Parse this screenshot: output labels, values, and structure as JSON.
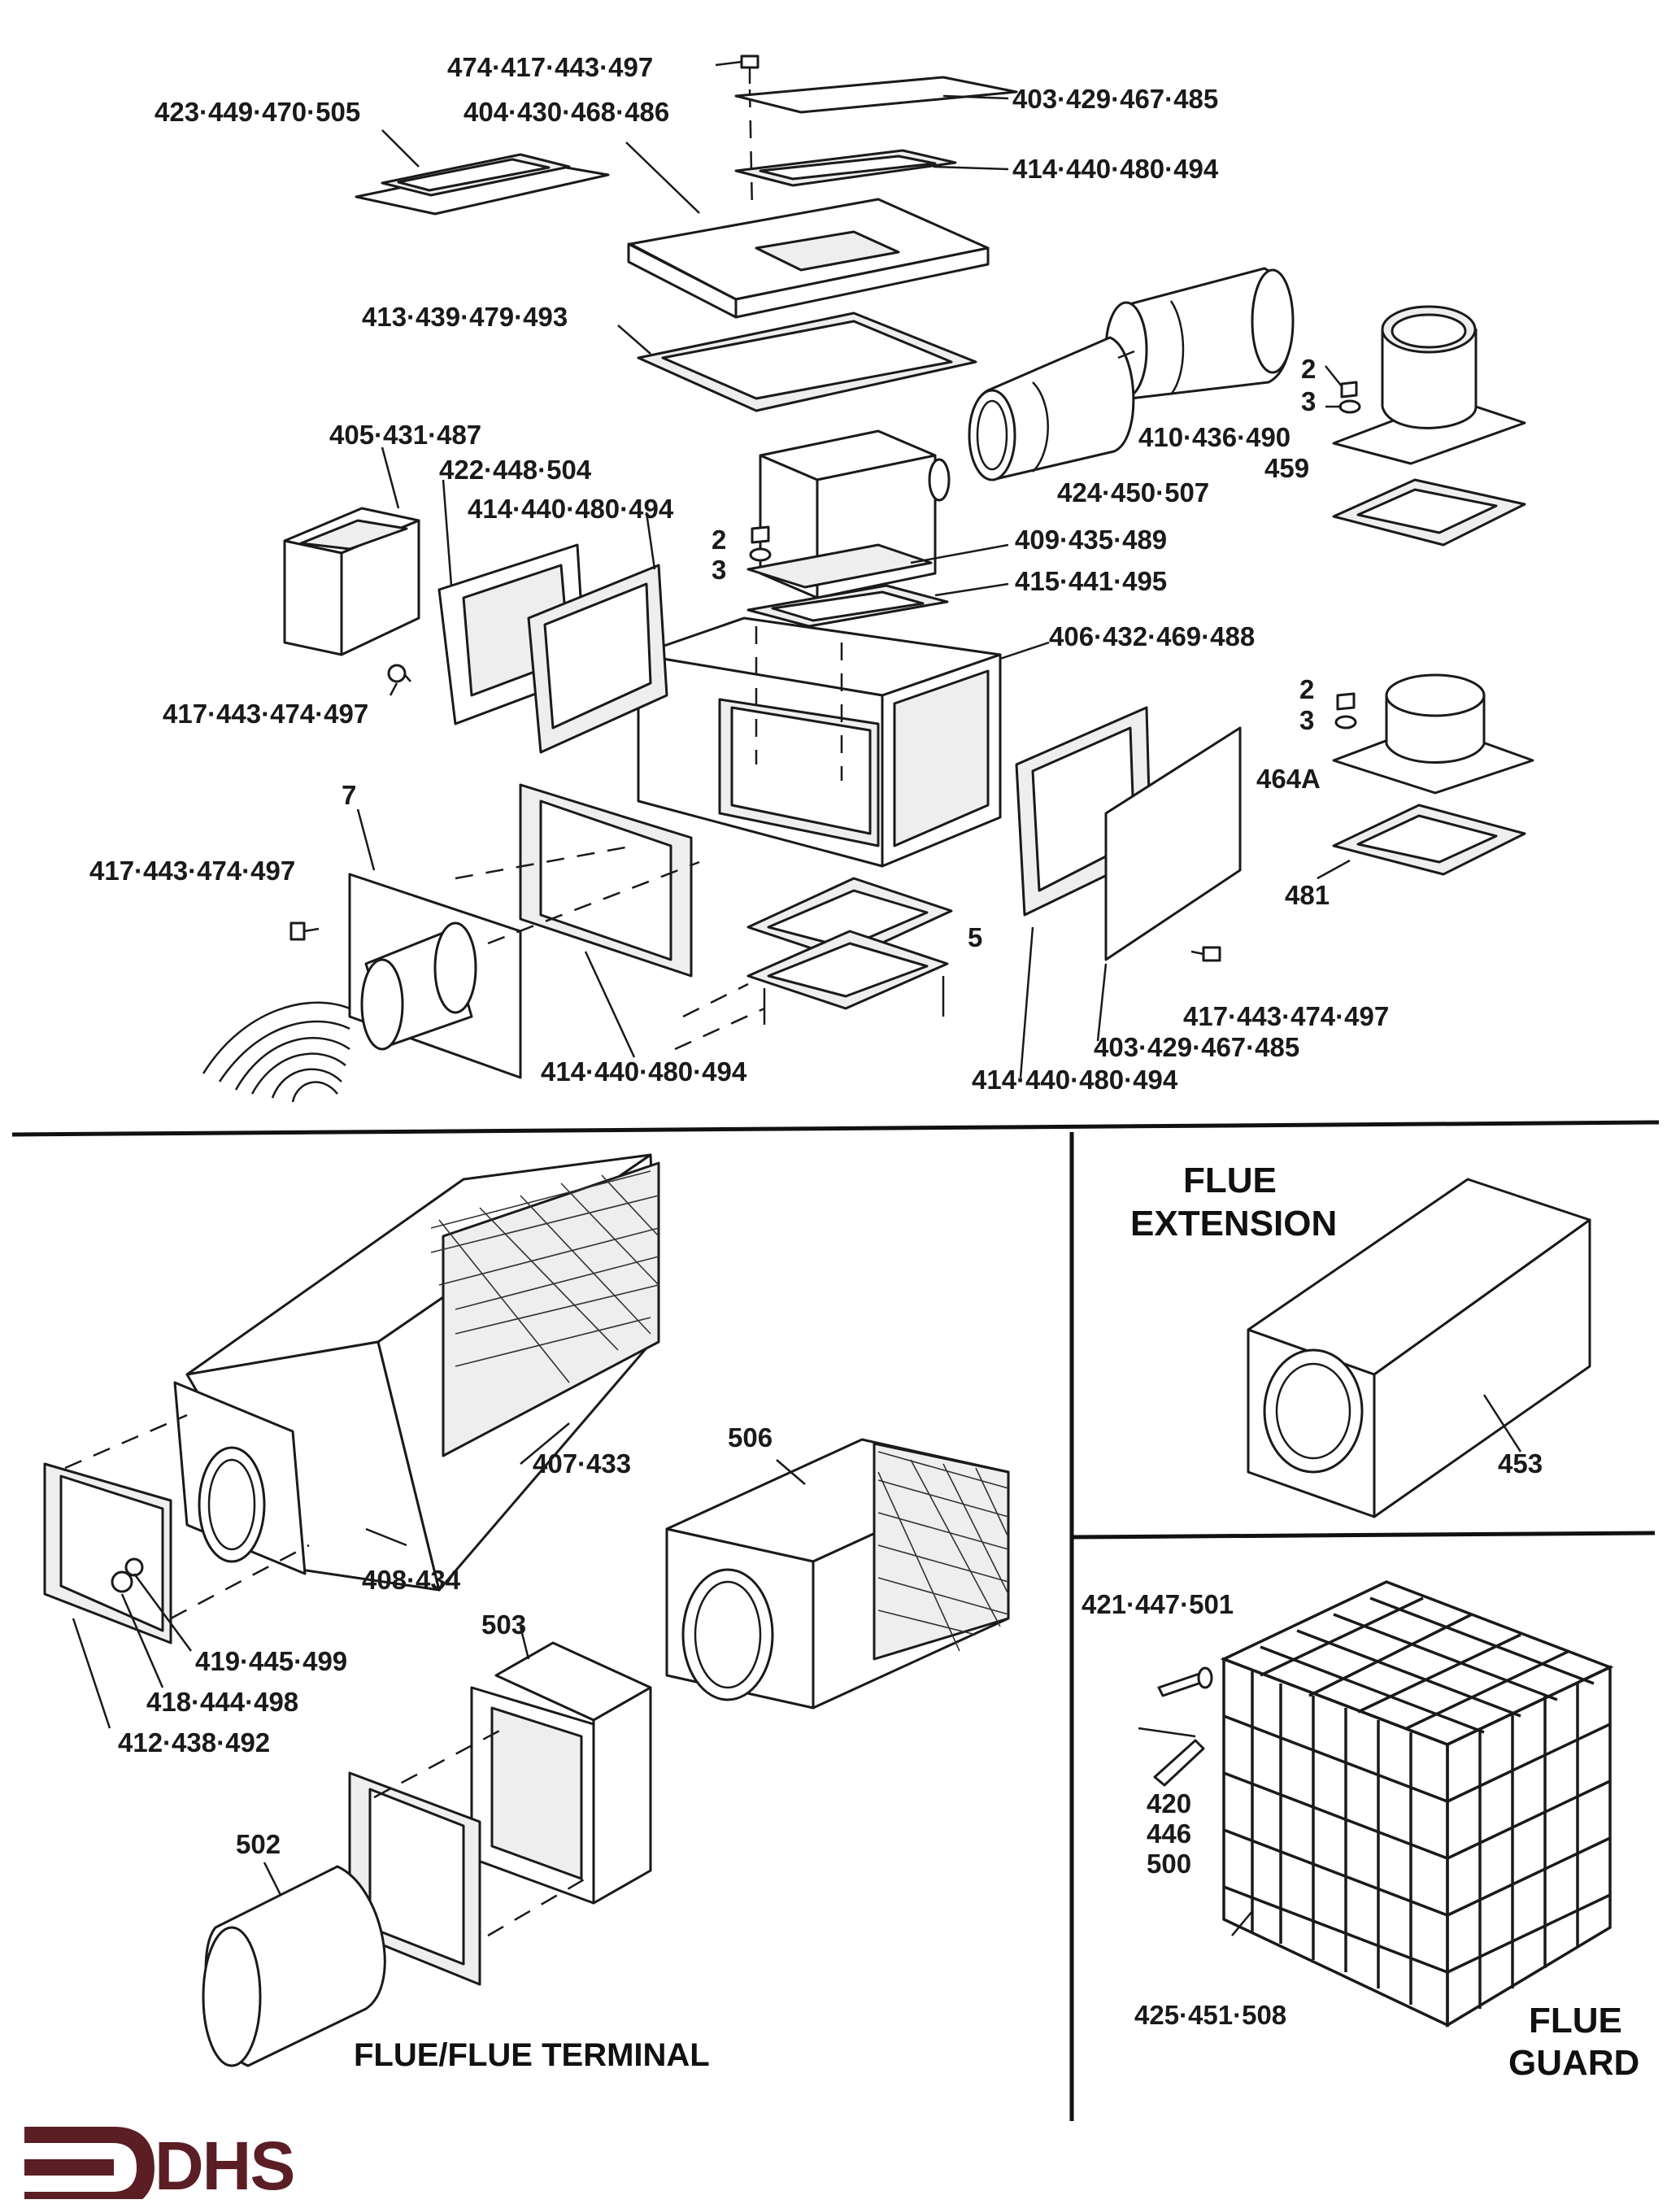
{
  "exploded_view": {
    "labels": {
      "l_top_screw": "474·417·443·497",
      "l_terminal_plate": "423·449·470·505",
      "l_top_plate": "404·430·468·486",
      "l_cover_plate": "403·429·467·485",
      "l_small_gasket": "414·440·480·494",
      "l_large_gasket": "413·439·479·493",
      "l_nut_a": "2",
      "l_washer_a": "3",
      "l_adaptor": "410·436·490",
      "l_spigot": "459",
      "l_flue_pipe": "424·450·507",
      "l_open_box": "405·431·487",
      "l_frame": "422·448·504",
      "l_side_gasket": "414·440·480·494",
      "l_nut_b": "2",
      "l_washer_b": "3",
      "l_fan_gasket": "409·435·489",
      "l_fan_plate": "415·441·495",
      "l_housing": "406·432·469·488",
      "l_left_screw": "417·443·474·497",
      "l_nut_c": "2",
      "l_washer_c": "3",
      "l_collar": "464A",
      "l_part7": "7",
      "l_front_screw": "417·443·474·497",
      "l_bottom_gasket": "481",
      "l_part5": "5",
      "l_right_screw": "417·443·474·497",
      "l_side_cover": "403·429·467·485",
      "l_front_gasket": "414·440·480·494",
      "l_rear_gasket": "414·440·480·494"
    }
  },
  "flue_terminal": {
    "title": "FLUE/FLUE TERMINAL",
    "labels": {
      "l_duct": "407·433",
      "l_terminal": "506",
      "l_sleeve": "408·434",
      "l_nut": "419·445·499",
      "l_washer": "418·444·498",
      "l_wall_plate": "412·438·492",
      "l_box": "503",
      "l_pipe": "502"
    }
  },
  "flue_extension": {
    "title_line1": "FLUE",
    "title_line2": "EXTENSION",
    "labels": {
      "l_extension": "453"
    }
  },
  "flue_guard": {
    "title_line1": "FLUE",
    "title_line2": "GUARD",
    "labels": {
      "l_screw": "421·447·501",
      "l_plug_1": "420",
      "l_plug_2": "446",
      "l_plug_3": "500",
      "l_guard": "425·451·508"
    }
  },
  "brand": {
    "name": "DHS",
    "color": "#5a1e24"
  }
}
